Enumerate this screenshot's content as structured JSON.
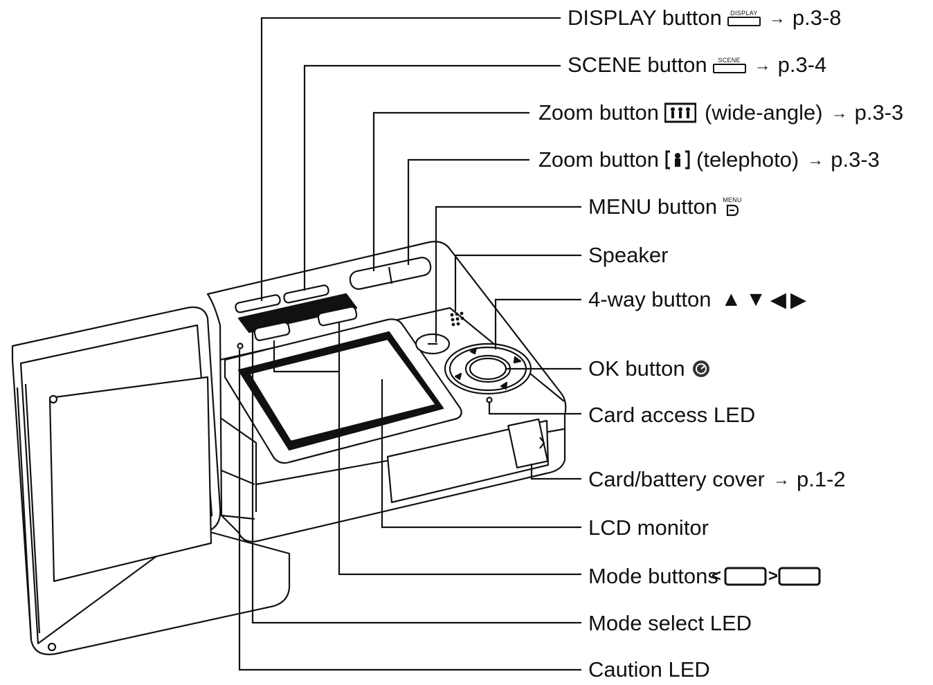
{
  "callouts": [
    {
      "id": "display",
      "text": "DISPLAY button",
      "icon": "display-button-icon",
      "icon_caption": "DISPLAY",
      "ref": "p.3-8"
    },
    {
      "id": "scene",
      "text": "SCENE button",
      "icon": "scene-button-icon",
      "icon_caption": "SCENE",
      "ref": "p.3-4"
    },
    {
      "id": "zoom-wide",
      "text": "Zoom button",
      "icon": "wide-angle-icon",
      "suffix": "(wide-angle)",
      "ref": "p.3-3"
    },
    {
      "id": "zoom-tele",
      "text": "Zoom button",
      "icon": "telephoto-icon",
      "suffix": "(telephoto)",
      "ref": "p.3-3"
    },
    {
      "id": "menu",
      "text": "MENU button",
      "icon": "menu-button-icon",
      "icon_caption": "MENU"
    },
    {
      "id": "speaker",
      "text": "Speaker"
    },
    {
      "id": "four-way",
      "text": "4-way button",
      "icon": "four-way-arrows-icon",
      "glyphs": [
        "▲",
        "▼",
        "◀",
        "▶"
      ]
    },
    {
      "id": "ok",
      "text": "OK button",
      "icon": "ok-button-icon"
    },
    {
      "id": "card-led",
      "text": "Card access LED"
    },
    {
      "id": "card-cover",
      "text": "Card/battery cover",
      "ref": "p.1-2"
    },
    {
      "id": "lcd",
      "text": "LCD monitor"
    },
    {
      "id": "mode-buttons",
      "text": "Mode buttons",
      "icon": "mode-left-right-icon",
      "glyphs": [
        "<",
        ">"
      ]
    },
    {
      "id": "mode-led",
      "text": "Mode select LED"
    },
    {
      "id": "caution-led",
      "text": "Caution LED"
    }
  ],
  "ref_arrow": "→",
  "colors": {
    "ink": "#111111",
    "background": "#ffffff"
  }
}
